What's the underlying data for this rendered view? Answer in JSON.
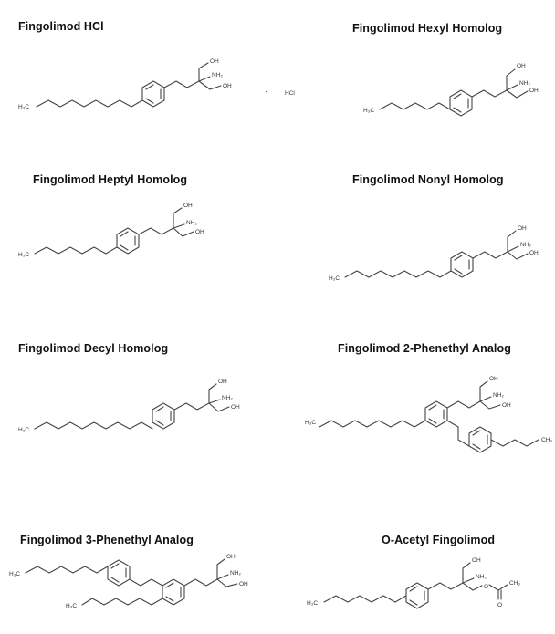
{
  "compounds": [
    {
      "name": "Fingolimod HCl",
      "atoms": {
        "ch3": "H₃C",
        "oh_top": "OH",
        "nh2": "NH₂",
        "oh_right": "OH"
      },
      "salt": {
        "dot": "·",
        "formula": "HCl"
      }
    },
    {
      "name": "Fingolimod Hexyl Homolog",
      "atoms": {
        "ch3": "H₃C",
        "oh_top": "OH",
        "nh2": "NH₂",
        "oh_right": "OH"
      }
    },
    {
      "name": "Fingolimod Heptyl Homolog",
      "atoms": {
        "ch3": "H₃C",
        "oh_top": "OH",
        "nh2": "NH₂",
        "oh_right": "OH"
      }
    },
    {
      "name": "Fingolimod Nonyl Homolog",
      "atoms": {
        "ch3": "H₃C",
        "oh_top": "OH",
        "nh2": "NH₂",
        "oh_right": "OH"
      }
    },
    {
      "name": "Fingolimod Decyl Homolog",
      "atoms": {
        "ch3": "H₃C",
        "oh_top": "OH",
        "nh2": "NH₂",
        "oh_right": "OH"
      }
    },
    {
      "name": "Fingolimod 2-Phenethyl Analog",
      "atoms": {
        "ch3": "H₃C",
        "oh_top": "OH",
        "nh2": "NH₂",
        "oh_right": "OH",
        "ch3_end": "CH₃"
      }
    },
    {
      "name": "Fingolimod 3-Phenethyl Analog",
      "atoms": {
        "ch3": "H₃C",
        "ch3_b": "H₃C",
        "oh_top": "OH",
        "nh2": "NH₂",
        "oh_right": "OH"
      }
    },
    {
      "name": "O-Acetyl Fingolimod",
      "atoms": {
        "ch3": "H₃C",
        "oh_top": "OH",
        "nh2": "NH₂",
        "o_ester": "O",
        "ch3_acetyl": "CH₃",
        "o_carbonyl": "O"
      }
    }
  ]
}
